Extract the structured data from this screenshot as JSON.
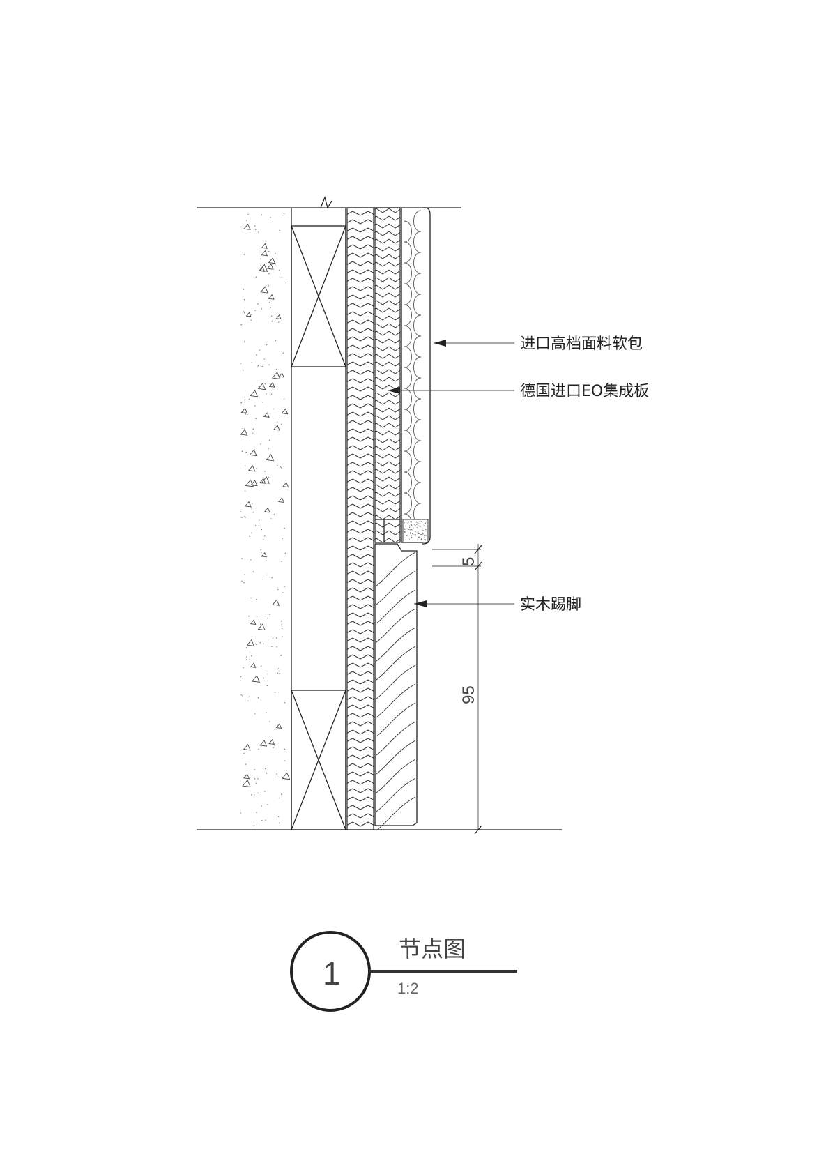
{
  "labels": {
    "fabric": "进口高档面料软包",
    "board": "德国进口EO集成板",
    "skirting": "实木踢脚"
  },
  "dimensions": {
    "gap": "5",
    "height": "95"
  },
  "title_block": {
    "number": "1",
    "title": "节点图",
    "scale": "1:2"
  },
  "colors": {
    "line": "#222222",
    "title_line": "#333333"
  }
}
